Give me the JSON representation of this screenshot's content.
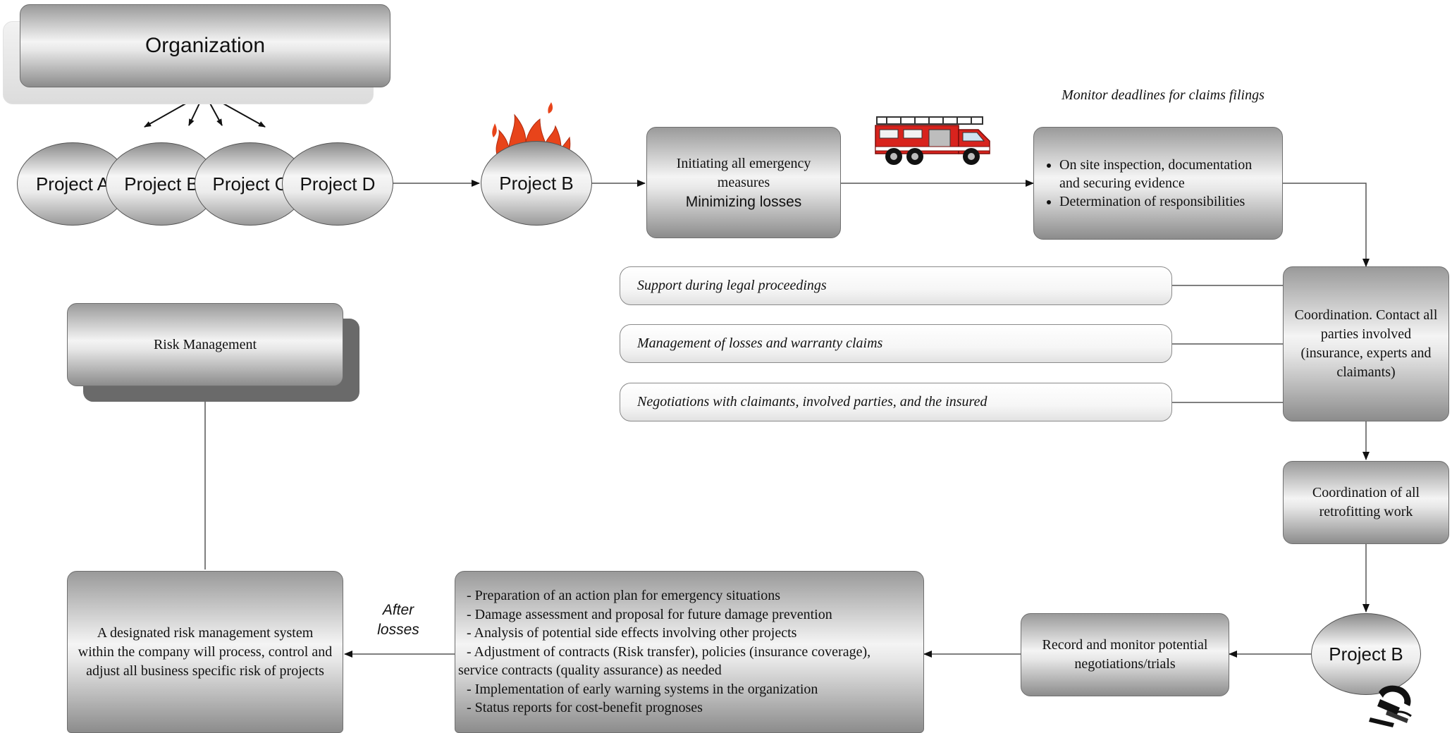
{
  "organization": {
    "title": "Organization"
  },
  "projects": [
    "Project A",
    "Project B",
    "Project C",
    "Project D"
  ],
  "affected_project": "Project B",
  "emergency": {
    "line1": "Initiating all emergency",
    "line2": "measures",
    "line3": "Minimizing losses"
  },
  "monitor_note": "Monitor deadlines for claims filings",
  "inspection": {
    "items": [
      "On site inspection, documentation and securing evidence",
      "Determination of responsibilities"
    ]
  },
  "support_items": [
    "Support during legal proceedings",
    "Management of losses and warranty claims",
    "Negotiations with claimants, involved parties, and the insured"
  ],
  "coordination_contact": "Coordination. Contact all parties involved (insurance, experts and claimants)",
  "coordination_retrofit": "Coordination of all retrofitting work",
  "project_b_end": "Project B",
  "record_monitor": "Record and monitor potential negotiations/trials",
  "action_plan": {
    "items": [
      "- Preparation of an action plan for emergency situations",
      "- Damage assessment and proposal for future damage prevention",
      "- Analysis of potential side effects involving other projects",
      "- Adjustment of contracts (Risk transfer), policies (insurance coverage),",
      "service contracts (quality assurance) as needed",
      "- Implementation of early warning systems in the organization",
      "- Status reports for cost-benefit prognoses"
    ]
  },
  "after_losses": {
    "line1": "After",
    "line2": "losses"
  },
  "risk_system": "A designated risk management system within the company will process, control and adjust all business specific risk of projects",
  "risk_management": "Risk Management",
  "colors": {
    "fire": "#e8441a",
    "truck": "#d8231d",
    "box_edge": "#6f6f6f"
  }
}
